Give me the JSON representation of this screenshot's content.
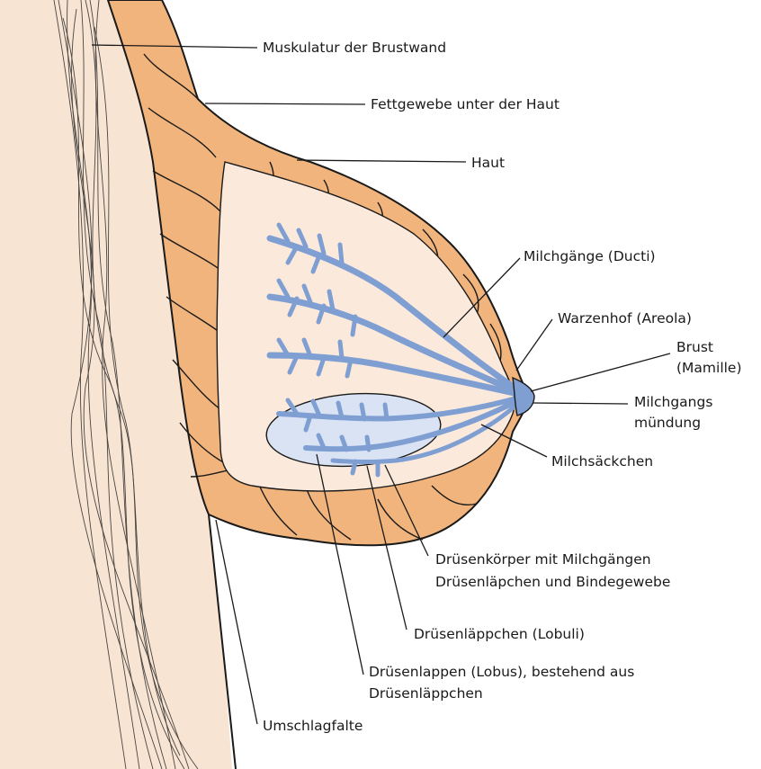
{
  "colors": {
    "background": "#ffffff",
    "body_skin": "#f8e4d2",
    "fat_tissue": "#f1b47c",
    "inner_tissue": "#fbeadb",
    "ducts": "#7f9fd3",
    "lobe_region": "#d9e3f3",
    "outline": "#1a1a1a"
  },
  "labels": {
    "chest_muscle": "Muskulatur der Brustwand",
    "subcutaneous_fat": "Fettgewebe unter der Haut",
    "skin": "Haut",
    "milk_ducts": "Milchgänge (Ducti)",
    "areola": "Warzenhof (Areola)",
    "nipple_line1": "Brust",
    "nipple_line2": "(Mamille)",
    "duct_opening_line1": "Milchgangs",
    "duct_opening_line2": "mündung",
    "milk_sac": "Milchsäckchen",
    "gland_body_line1": "Drüsenkörper mit Milchgängen",
    "gland_body_line2": "Drüsenläpchen und Bindegewebe",
    "lobules": "Drüsenläppchen (Lobuli)",
    "lobe_line1": "Drüsenlappen (Lobus), bestehend aus",
    "lobe_line2": "Drüsenläppchen",
    "fold": "Umschlagfalte"
  }
}
